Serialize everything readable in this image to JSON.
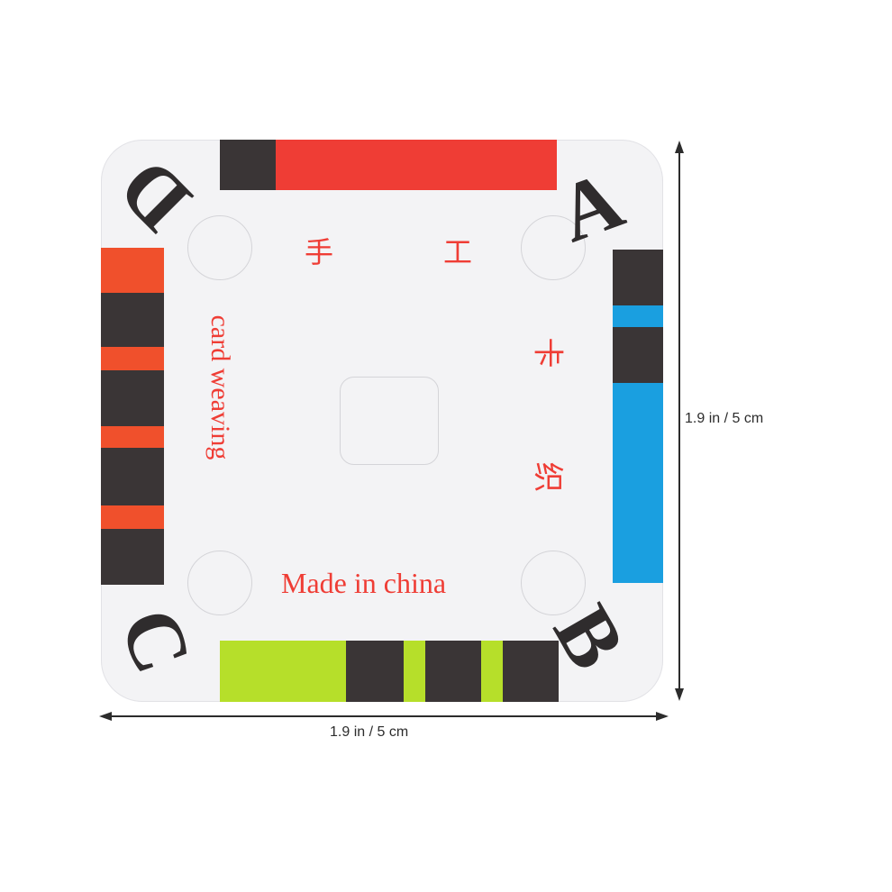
{
  "card": {
    "corner_letters": {
      "top_left": "D",
      "top_right": "A",
      "bottom_right": "B",
      "bottom_left": "C"
    },
    "title_chars": [
      "手",
      "工"
    ],
    "side_chars": [
      "卡",
      "织"
    ],
    "side_text": "card weaving",
    "bottom_text": "Made in china"
  },
  "dimensions": {
    "width_label": "1.9 in / 5 cm",
    "height_label": "1.9 in / 5 cm"
  },
  "colors": {
    "card": "#f3f3f5",
    "dark": "#3a3536",
    "red": "#ef3d35",
    "orange": "#f0502c",
    "blue": "#1a9fe0",
    "lime": "#b6df2a"
  }
}
